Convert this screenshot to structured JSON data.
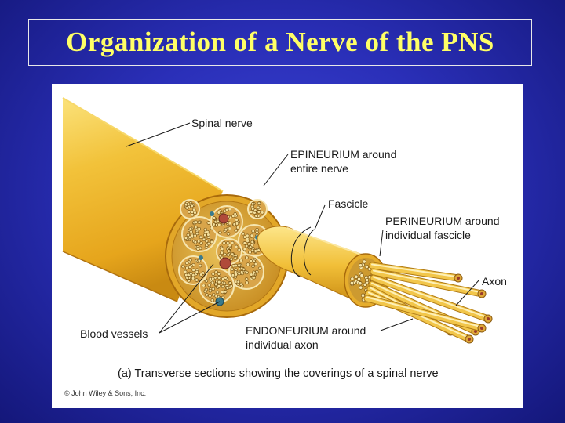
{
  "slide": {
    "title": "Organization of a Nerve of the PNS"
  },
  "figure": {
    "labels": {
      "spinal_nerve": "Spinal nerve",
      "epineurium_1": "EPINEURIUM around",
      "epineurium_2": "entire nerve",
      "fascicle": "Fascicle",
      "perineurium_1": "PERINEURIUM around",
      "perineurium_2": "individual fascicle",
      "axon": "Axon",
      "blood_vessels": "Blood vessels",
      "endoneurium_1": "ENDONEURIUM around",
      "endoneurium_2": "individual axon"
    },
    "caption": "(a) Transverse sections showing the coverings of a spinal nerve",
    "copyright": "© John Wiley & Sons, Inc."
  },
  "colors": {
    "background": "#2a2fb8",
    "title": "#ffff66",
    "nerve_fill": "#f2c23a",
    "nerve_dark": "#c98a12"
  }
}
